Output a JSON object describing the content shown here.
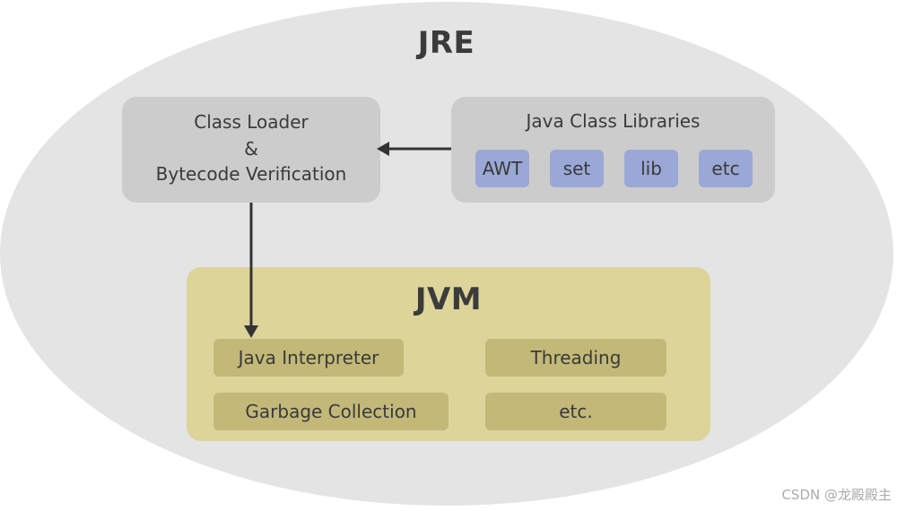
{
  "jre": {
    "title": "JRE"
  },
  "class_loader": {
    "line1": "Class Loader",
    "line2": "&",
    "line3": "Bytecode Verification"
  },
  "libraries": {
    "title": "Java Class Libraries",
    "items": [
      "AWT",
      "set",
      "lib",
      "etc"
    ]
  },
  "jvm": {
    "title": "JVM",
    "components": [
      "Java Interpreter",
      "Threading",
      "Garbage Collection",
      "etc."
    ]
  },
  "watermark": "CSDN @龙殿殿主",
  "colors": {
    "jre_background": "#e4e4e4",
    "box_gray": "#cccccc",
    "library_chip": "#9aa8d6",
    "jvm_background": "#dcd499",
    "jvm_chip": "#c2b878",
    "arrow": "#333333"
  }
}
